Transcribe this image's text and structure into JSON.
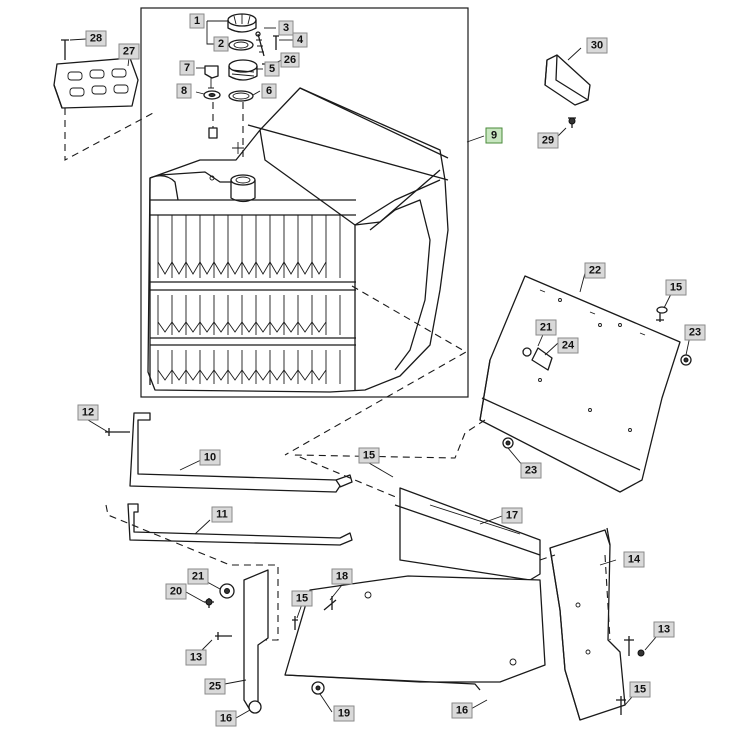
{
  "diagram": {
    "highlight_color": "#c8e6c0",
    "callout_color": "#d9d9d9",
    "callouts": [
      {
        "label": "1"
      },
      {
        "label": "2"
      },
      {
        "label": "3"
      },
      {
        "label": "4"
      },
      {
        "label": "5"
      },
      {
        "label": "6"
      },
      {
        "label": "7"
      },
      {
        "label": "8"
      },
      {
        "label": "9"
      },
      {
        "label": "10"
      },
      {
        "label": "11"
      },
      {
        "label": "12"
      },
      {
        "label": "13"
      },
      {
        "label": "13"
      },
      {
        "label": "14"
      },
      {
        "label": "15"
      },
      {
        "label": "15"
      },
      {
        "label": "15"
      },
      {
        "label": "15"
      },
      {
        "label": "16"
      },
      {
        "label": "16"
      },
      {
        "label": "17"
      },
      {
        "label": "18"
      },
      {
        "label": "19"
      },
      {
        "label": "20"
      },
      {
        "label": "21"
      },
      {
        "label": "21"
      },
      {
        "label": "22"
      },
      {
        "label": "23"
      },
      {
        "label": "23"
      },
      {
        "label": "24"
      },
      {
        "label": "25"
      },
      {
        "label": "26"
      },
      {
        "label": "27"
      },
      {
        "label": "28"
      },
      {
        "label": "29"
      },
      {
        "label": "30"
      }
    ]
  }
}
